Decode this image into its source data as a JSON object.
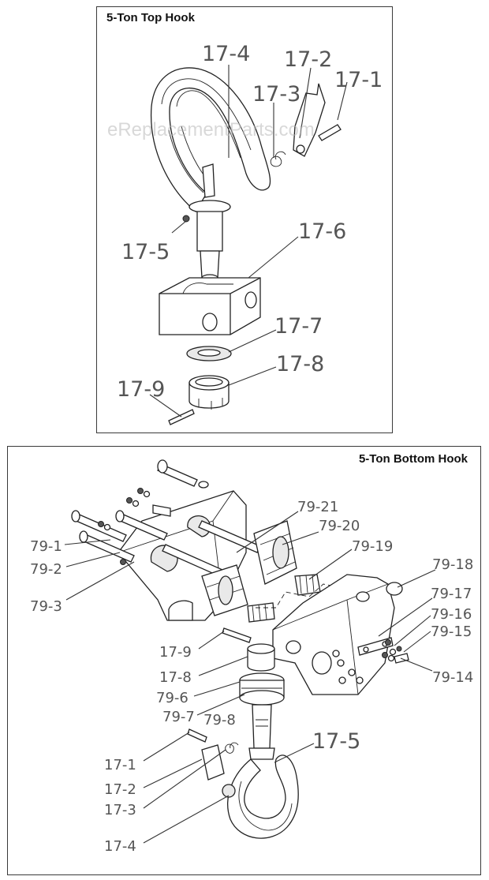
{
  "watermark": "eReplacementParts.com",
  "top_panel": {
    "title": "5-Ton Top Hook",
    "callouts": [
      "17-4",
      "17-2",
      "17-1",
      "17-3",
      "17-5",
      "17-6",
      "17-7",
      "17-8",
      "17-9"
    ]
  },
  "bottom_panel": {
    "title": "5-Ton Bottom Hook",
    "callouts": [
      "79-21",
      "79-20",
      "79-19",
      "79-18",
      "79-17",
      "79-16",
      "79-15",
      "79-14",
      "79-1",
      "79-2",
      "79-3",
      "17-9",
      "17-8",
      "79-6",
      "79-7",
      "79-8",
      "17-5",
      "17-1",
      "17-2",
      "17-3",
      "17-4"
    ]
  }
}
